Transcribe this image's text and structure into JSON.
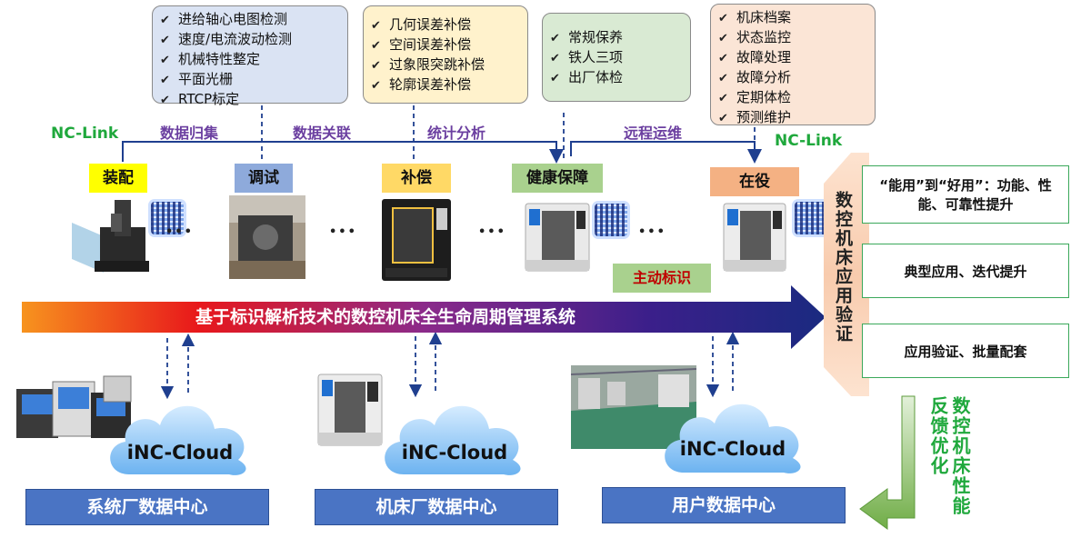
{
  "top_boxes": [
    {
      "items": [
        "进给轴心电图检测",
        "速度/电流波动检测",
        "机械特性整定",
        "平面光栅",
        "RTCP标定"
      ],
      "bg": "#dae3f3"
    },
    {
      "items": [
        "几何误差补偿",
        "空间误差补偿",
        "过象限突跳补偿",
        "轮廓误差补偿"
      ],
      "bg": "#fff2cc"
    },
    {
      "items": [
        "常规保养",
        "铁人三项",
        "出厂体检"
      ],
      "bg": "#d9ead3"
    },
    {
      "items": [
        "机床档案",
        "状态监控",
        "故障处理",
        "故障分析",
        "定期体检",
        "预测维护"
      ],
      "bg": "#fbe5d6"
    }
  ],
  "nc_link_left": "NC-Link",
  "nc_link_right": "NC-Link",
  "flow_labels": {
    "collect": "数据归集",
    "correlate": "数据关联",
    "stats": "统计分析",
    "remote": "远程运维"
  },
  "stages": [
    {
      "label": "装配",
      "color": "#ffff00"
    },
    {
      "label": "调试",
      "color": "#8eaadb"
    },
    {
      "label": "补偿",
      "color": "#ffd966"
    },
    {
      "label": "健康保障",
      "color": "#a9d18e"
    },
    {
      "label": "在役",
      "color": "#f4b183"
    }
  ],
  "ellipsis": [
    "•••",
    "•••",
    "•••",
    "•••",
    "•••"
  ],
  "active_id": "主动标识",
  "main_arrow": "基于标识解析技术的数控机床全生命周期管理系统",
  "verify_label": "数控机床应用验证",
  "right_boxes": [
    "“能用”到“好用”：功能、性能、可靠性提升",
    "典型应用、迭代提升",
    "应用验证、批量配套"
  ],
  "feedback_label": "数控机床性能反馈优化",
  "cloud_label": "iNC-Cloud",
  "data_centers": [
    "系统厂数据中心",
    "机床厂数据中心",
    "用户数据中心"
  ]
}
